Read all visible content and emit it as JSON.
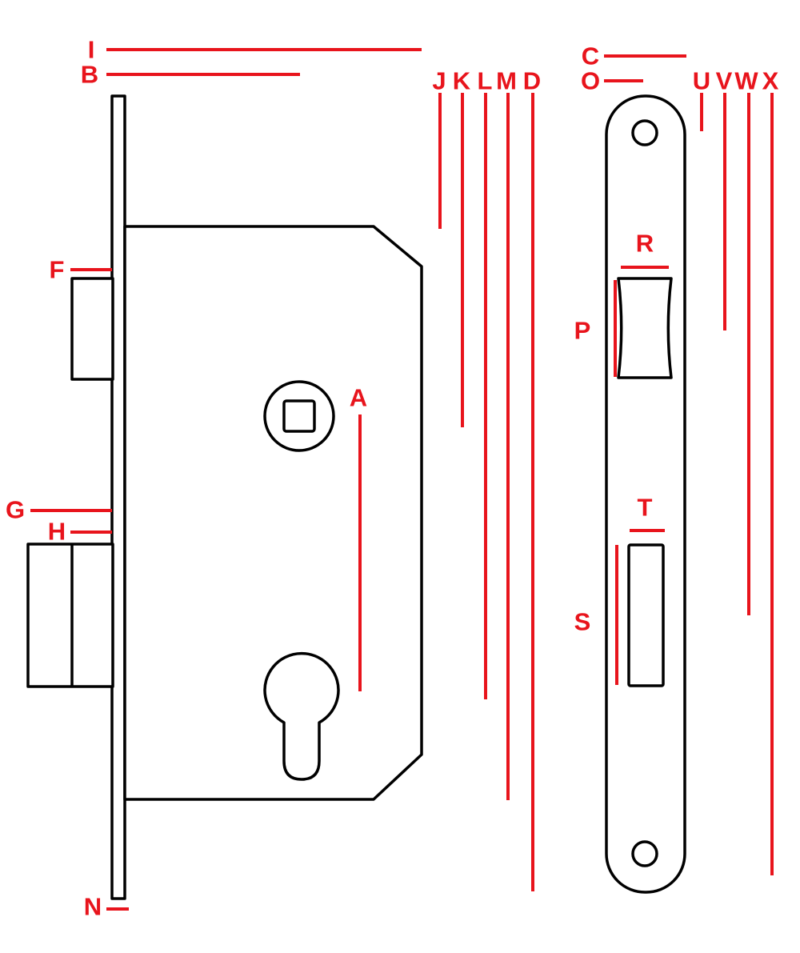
{
  "colors": {
    "dimension_line": "#e8141c",
    "outline": "#000000",
    "background": "#ffffff"
  },
  "labels": {
    "I": {
      "text": "I"
    },
    "B": {
      "text": "B"
    },
    "J": {
      "text": "J"
    },
    "K": {
      "text": "K"
    },
    "L": {
      "text": "L"
    },
    "M": {
      "text": "M"
    },
    "D": {
      "text": "D"
    },
    "C": {
      "text": "C"
    },
    "O": {
      "text": "O"
    },
    "U": {
      "text": "U"
    },
    "V": {
      "text": "V"
    },
    "W": {
      "text": "W"
    },
    "X": {
      "text": "X"
    },
    "F": {
      "text": "F"
    },
    "G": {
      "text": "G"
    },
    "H": {
      "text": "H"
    },
    "N": {
      "text": "N"
    },
    "A": {
      "text": "A"
    },
    "R": {
      "text": "R"
    },
    "P": {
      "text": "P"
    },
    "T": {
      "text": "T"
    },
    "S": {
      "text": "S"
    }
  }
}
